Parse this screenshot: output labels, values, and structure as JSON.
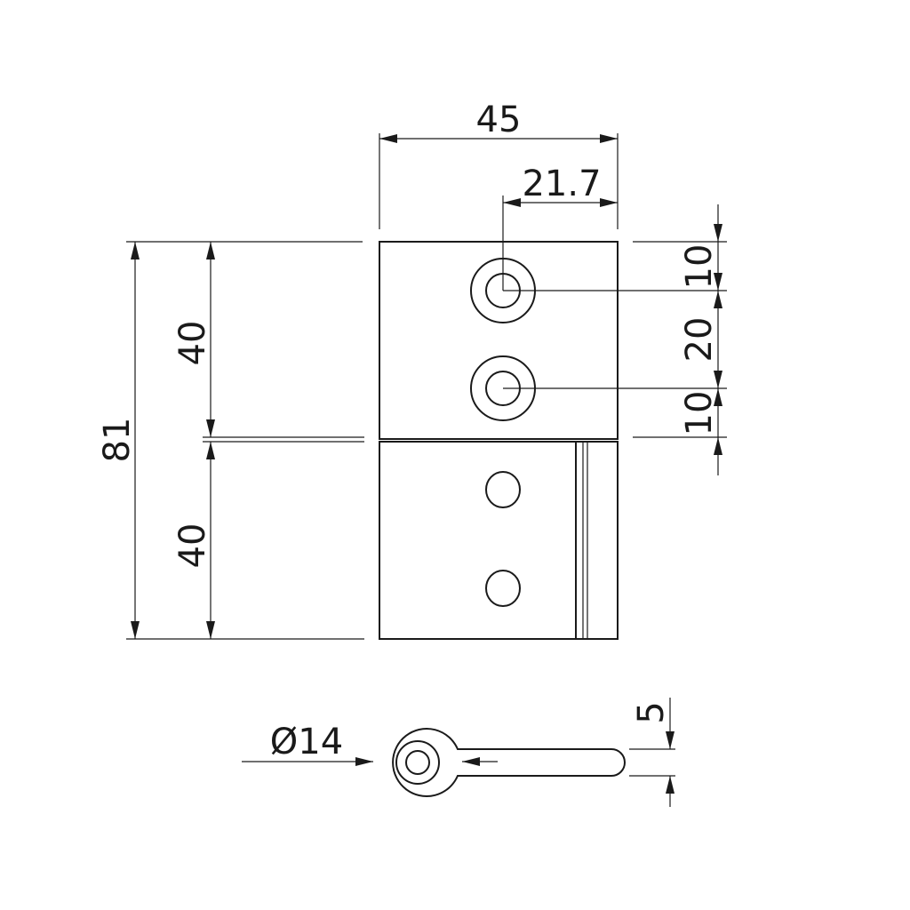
{
  "drawing": {
    "dimensions": {
      "overall_width": "45",
      "hole_offset": "21.7",
      "overall_height": "81",
      "upper_leaf_height": "40",
      "lower_leaf_height": "40",
      "hole_top_offset": "10",
      "hole_spacing": "20",
      "hole_bottom_offset": "10",
      "pin_diameter": "Ø14",
      "leaf_thickness": "5"
    },
    "colors": {
      "line": "#1a1a1a",
      "background": "#ffffff"
    }
  }
}
